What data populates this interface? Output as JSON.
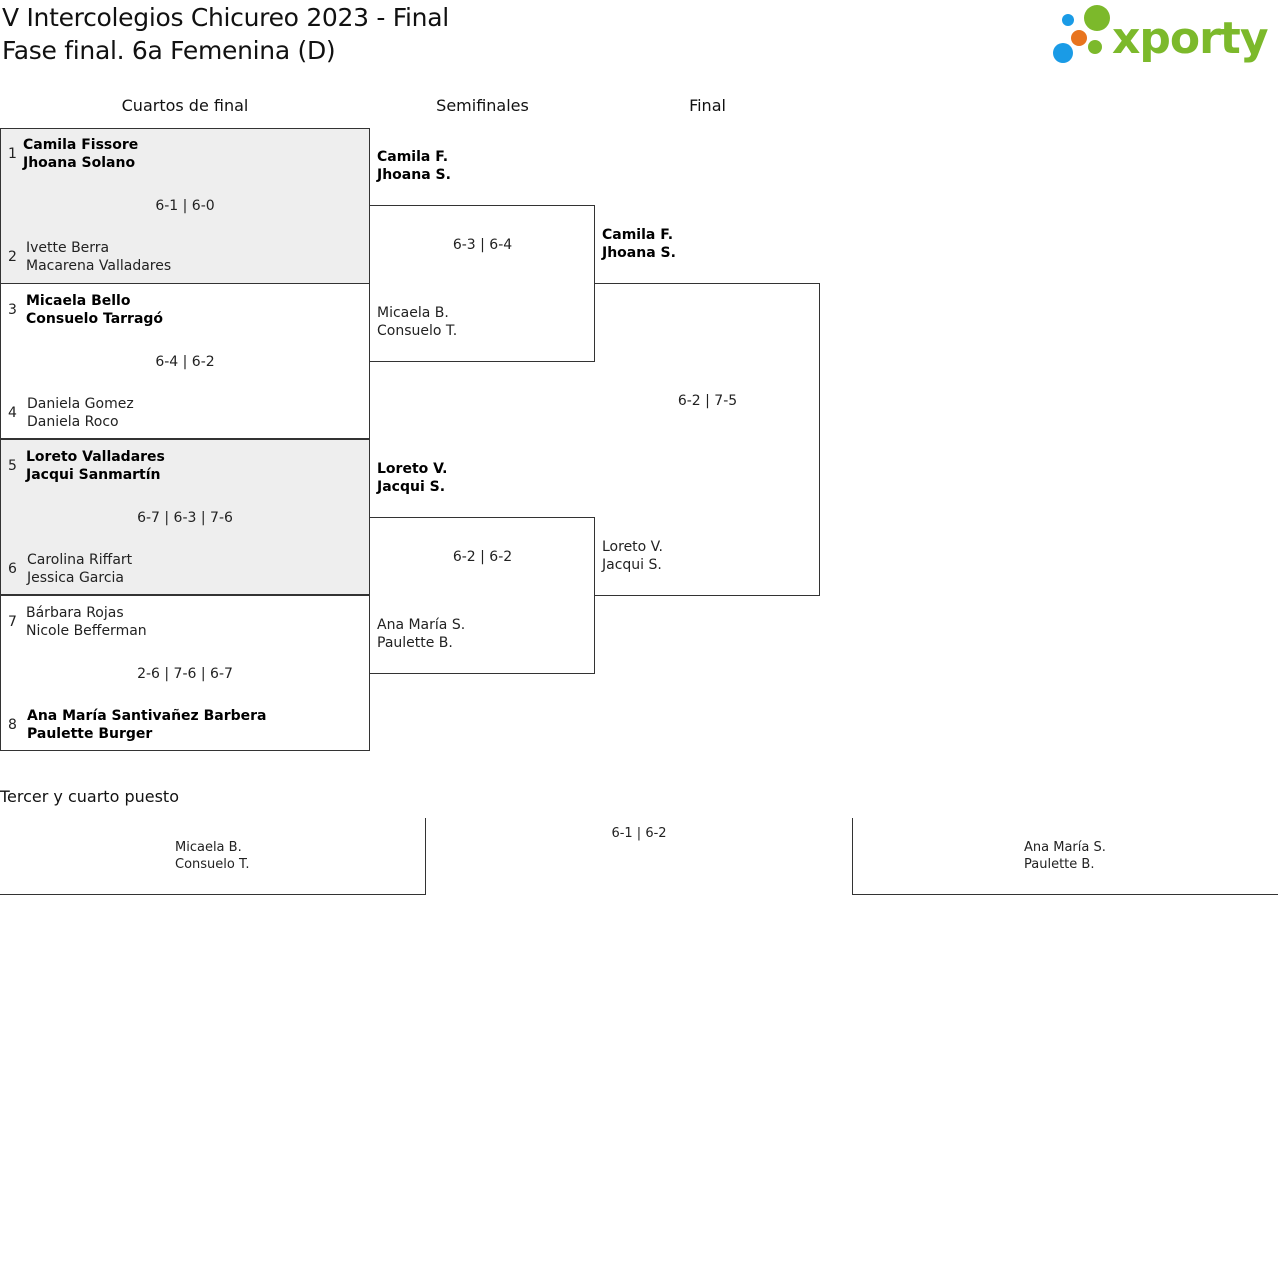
{
  "header": {
    "title": "V Intercolegios Chicureo 2023 - Final",
    "subtitle": "Fase final. 6a Femenina (D)",
    "logo_text": "xporty"
  },
  "colors": {
    "brand_green": "#7cb92b",
    "dot_blue": "#1a9be6",
    "dot_orange": "#e8741e",
    "box_shade": "#eeeeee",
    "border": "#333333"
  },
  "rounds": {
    "quarterfinals": "Cuartos de final",
    "semifinals": "Semifinales",
    "final": "Final"
  },
  "quarterfinals": [
    {
      "shaded": true,
      "top": {
        "seed": "1",
        "name1": "Camila Fissore",
        "name2": "Jhoana Solano",
        "winner": true
      },
      "score": "6-1 | 6-0",
      "bottom": {
        "seed": "2",
        "name1": "Ivette Berra",
        "name2": "Macarena Valladares",
        "winner": false
      }
    },
    {
      "shaded": false,
      "top": {
        "seed": "3",
        "name1": "Micaela Bello",
        "name2": "Consuelo Tarragó",
        "winner": true
      },
      "score": "6-4 | 6-2",
      "bottom": {
        "seed": "4",
        "name1": "Daniela Gomez",
        "name2": "Daniela Roco",
        "winner": false
      }
    },
    {
      "shaded": true,
      "top": {
        "seed": "5",
        "name1": "Loreto Valladares",
        "name2": "Jacqui Sanmartín",
        "winner": true
      },
      "score": "6-7 | 6-3 | 7-6",
      "bottom": {
        "seed": "6",
        "name1": "Carolina Riffart",
        "name2": "Jessica Garcia",
        "winner": false
      }
    },
    {
      "shaded": false,
      "top": {
        "seed": "7",
        "name1": "Bárbara Rojas",
        "name2": "Nicole Befferman",
        "winner": false
      },
      "score": "2-6 | 7-6 | 6-7",
      "bottom": {
        "seed": "8",
        "name1": "Ana María Santivañez Barbera",
        "name2": "Paulette Burger",
        "winner": true
      }
    }
  ],
  "semifinals": [
    {
      "top": {
        "name1": "Camila F.",
        "name2": "Jhoana S.",
        "winner": true
      },
      "score": "6-3 | 6-4",
      "bottom": {
        "name1": "Micaela B.",
        "name2": "Consuelo T.",
        "winner": false
      }
    },
    {
      "top": {
        "name1": "Loreto V.",
        "name2": "Jacqui S.",
        "winner": true
      },
      "score": "6-2 | 6-2",
      "bottom": {
        "name1": "Ana María S.",
        "name2": "Paulette B.",
        "winner": false
      }
    }
  ],
  "final": {
    "top": {
      "name1": "Camila F.",
      "name2": "Jhoana S.",
      "winner": true
    },
    "score": "6-2 | 7-5",
    "bottom": {
      "name1": "Loreto V.",
      "name2": "Jacqui S.",
      "winner": false
    }
  },
  "third_place": {
    "heading": "Tercer y cuarto puesto",
    "left": {
      "name1": "Micaela B.",
      "name2": "Consuelo T."
    },
    "score": "6-1 | 6-2",
    "right": {
      "name1": "Ana María S.",
      "name2": "Paulette B."
    }
  }
}
